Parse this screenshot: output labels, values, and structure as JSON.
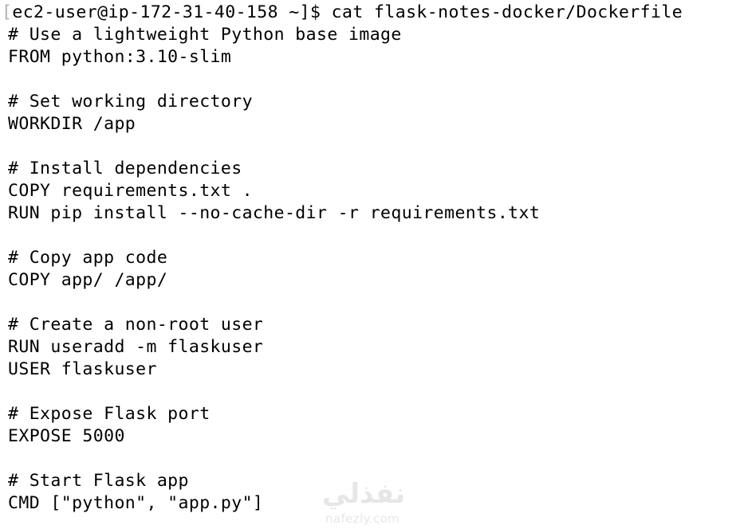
{
  "terminal": {
    "prompt_mark": "[",
    "prompt": "[ec2-user@ip-172-31-40-158 ~]$ cat flask-notes-docker/Dockerfile",
    "lines": [
      "# Use a lightweight Python base image",
      "FROM python:3.10-slim",
      "",
      "# Set working directory",
      "WORKDIR /app",
      "",
      "# Install dependencies",
      "COPY requirements.txt .",
      "RUN pip install --no-cache-dir -r requirements.txt",
      "",
      "# Copy app code",
      "COPY app/ /app/",
      "",
      "# Create a non-root user",
      "RUN useradd -m flaskuser",
      "USER flaskuser",
      "",
      "# Expose Flask port",
      "EXPOSE 5000",
      "",
      "# Start Flask app",
      "CMD [\"python\", \"app.py\"]"
    ]
  },
  "watermark": {
    "logo": "نفذلي",
    "text": "nafezly.com"
  }
}
